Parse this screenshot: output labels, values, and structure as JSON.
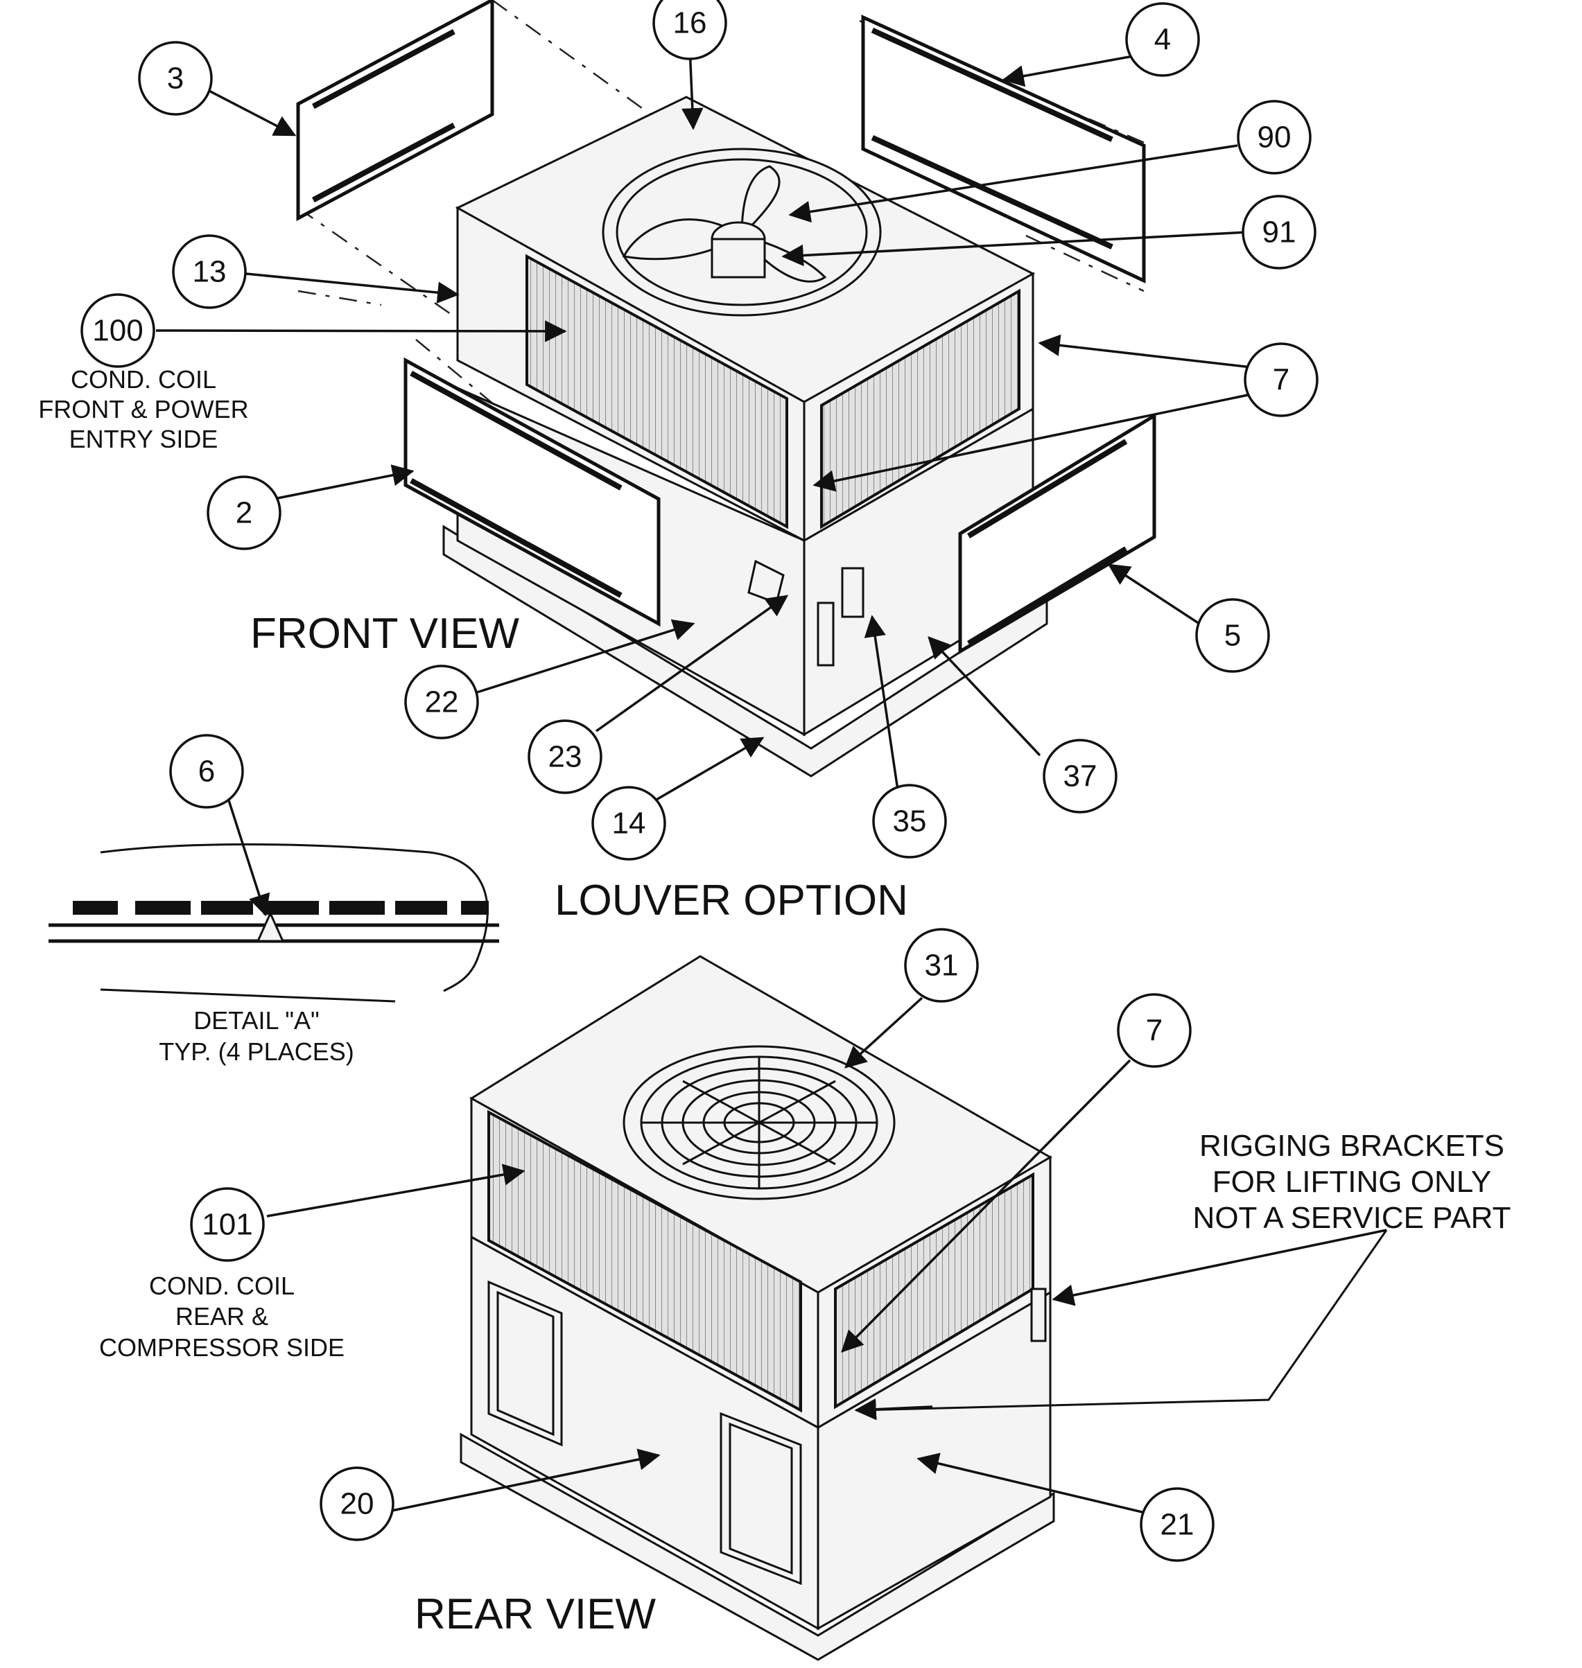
{
  "callouts": {
    "c16": "16",
    "c4": "4",
    "c3": "3",
    "c90": "90",
    "c91": "91",
    "c13": "13",
    "c100": "100",
    "c7a": "7",
    "c2": "2",
    "c5": "5",
    "c22": "22",
    "c23": "23",
    "c14": "14",
    "c35": "35",
    "c37": "37",
    "c6": "6",
    "c31": "31",
    "c7b": "7",
    "c101": "101",
    "c20": "20",
    "c21": "21"
  },
  "labels": {
    "front_view": "FRONT VIEW",
    "louver_option": "LOUVER OPTION",
    "rear_view": "REAR VIEW",
    "coil_front": [
      "COND. COIL",
      "FRONT & POWER",
      "ENTRY SIDE"
    ],
    "detail_a": [
      "DETAIL \"A\"",
      "TYP. (4 PLACES)"
    ],
    "coil_rear": [
      "COND. COIL",
      "REAR &",
      "COMPRESSOR SIDE"
    ],
    "rigging": [
      "RIGGING BRACKETS",
      "FOR LIFTING ONLY",
      "NOT A SERVICE PART"
    ]
  }
}
